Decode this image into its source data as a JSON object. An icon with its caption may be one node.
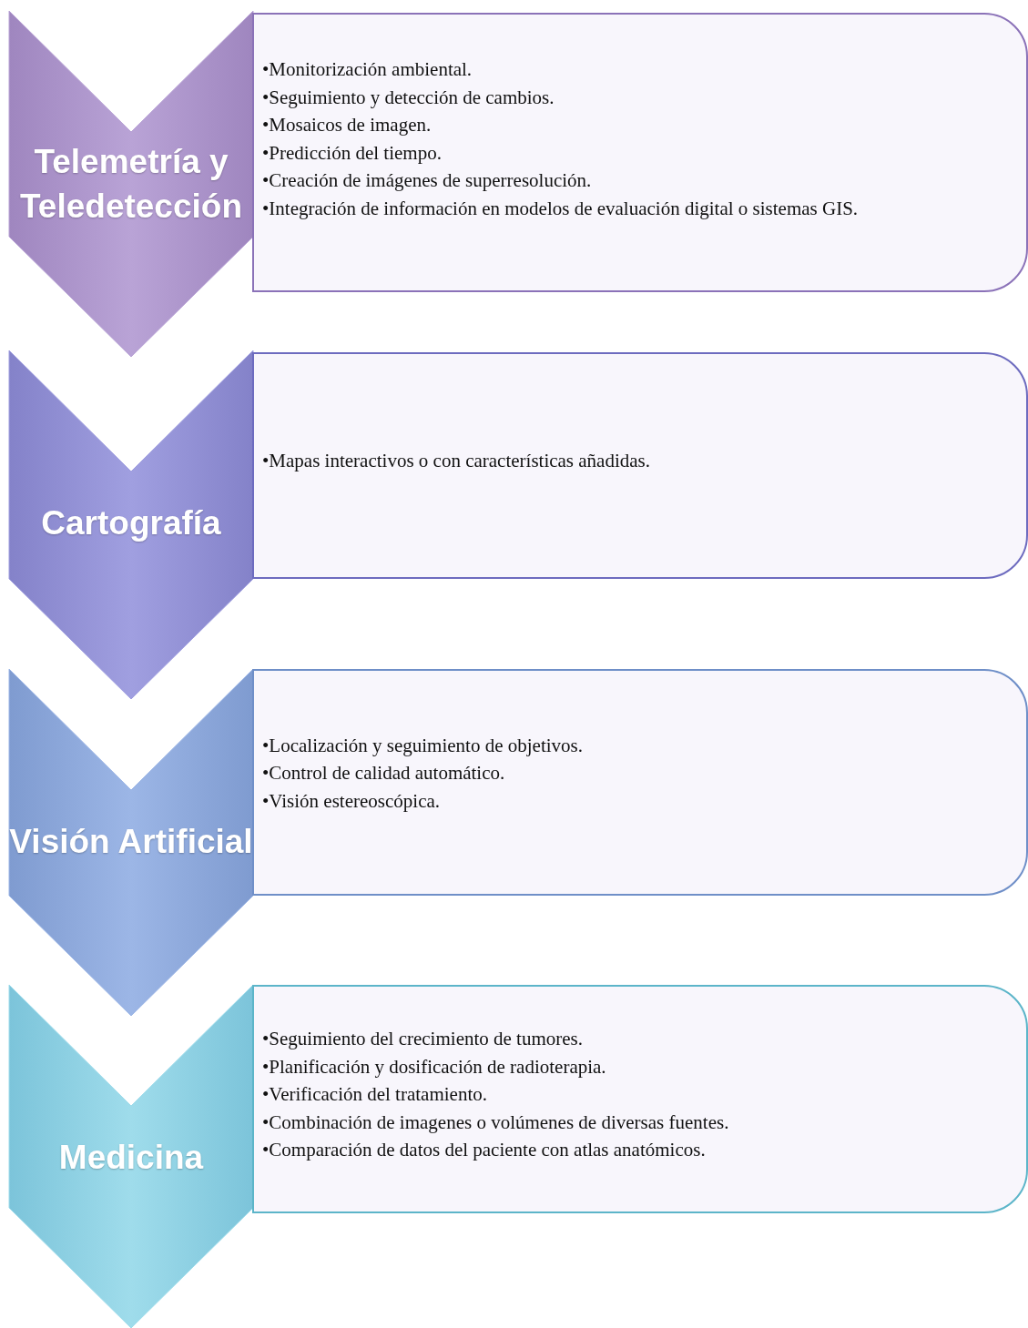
{
  "diagram": {
    "nodes": [
      {
        "text": [
          "Telemetría y Teledetección"
        ]
      },
      {
        "text": [
          "•Monitorización ambiental.",
          "•Seguimiento y detección de cambios.",
          "•Mosaicos de imagen.",
          "•Predicción del tiempo.",
          "•Creación de imágenes de superresolución.",
          "•Integración de información en modelos de evaluación digital o sistemas GIS."
        ]
      },
      {
        "text": [
          "Cartografía"
        ]
      },
      {
        "text": [
          "•Mapas interactivos o con características añadidas."
        ]
      },
      {
        "text": [
          "Visión Artificial"
        ]
      },
      {
        "text": [
          "•Localización y seguimiento de objetivos.",
          "•Control de calidad automático.",
          "•Visión estereoscópica."
        ]
      },
      {
        "text": [
          "Medicina"
        ]
      },
      {
        "text": [
          "•Seguimiento del crecimiento de tumores.",
          "•Planificación y dosificación de radioterapia.",
          "•Verificación del tratamiento.",
          "•Combinación de imagenes o volúmenes de diversas fuentes.",
          "•Comparación de datos del paciente con atlas anatómicos."
        ]
      }
    ]
  }
}
